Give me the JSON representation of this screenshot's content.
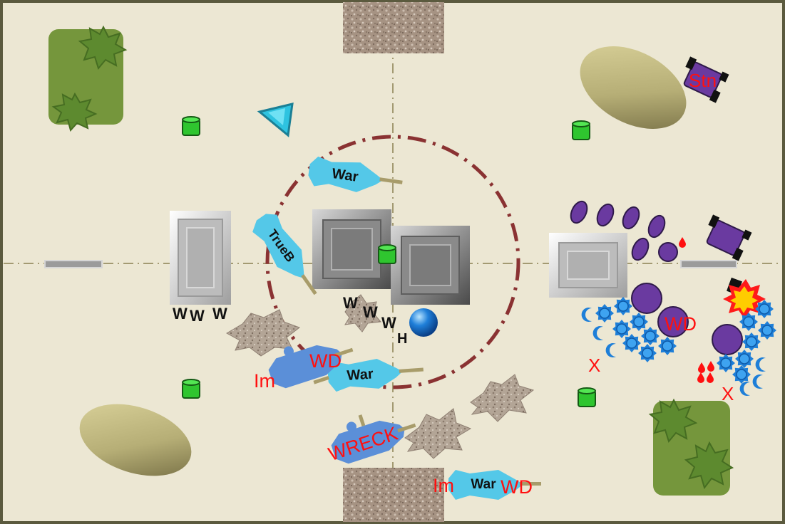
{
  "board": {
    "background": "#ece7d3",
    "border_color": "#5b5a3e",
    "centerline_color": "#a39a72",
    "objective_circle_color": "#8a3232"
  },
  "colors": {
    "vehicle_light": "#54c8e8",
    "vehicle_dark": "#5b8fd8",
    "enemy_blue": "#1e7fd8",
    "enemy_purple": "#6a3aa0",
    "status_red": "#ff1010",
    "objective_green": "#2fc52f",
    "rubble": "#b3a596",
    "forest": "#75963c",
    "hill": "#b9b27c",
    "building": "#8d8d8d"
  },
  "units": {
    "war_top": "War",
    "trueb": "TrueB",
    "war_mid": "War",
    "war_bottom": "War",
    "wreck": "WRECK"
  },
  "markers": {
    "im_left": "Im",
    "wd_left": "WD",
    "im_bottom": "Im",
    "wd_bottom": "WD",
    "stn": "Stn",
    "wd_right": "WD",
    "x_1": "X",
    "x_2": "X",
    "w_1": "W",
    "w_2": "W",
    "w_3": "W",
    "w_4": "W",
    "w_5": "W",
    "w_6": "W",
    "h": "H"
  },
  "icons": {
    "objective": "objective-marker-icon",
    "blast": "explosion-icon",
    "blood": "blood-drop-icon",
    "triangle": "triangle-marker-icon",
    "orb": "orb-icon"
  }
}
